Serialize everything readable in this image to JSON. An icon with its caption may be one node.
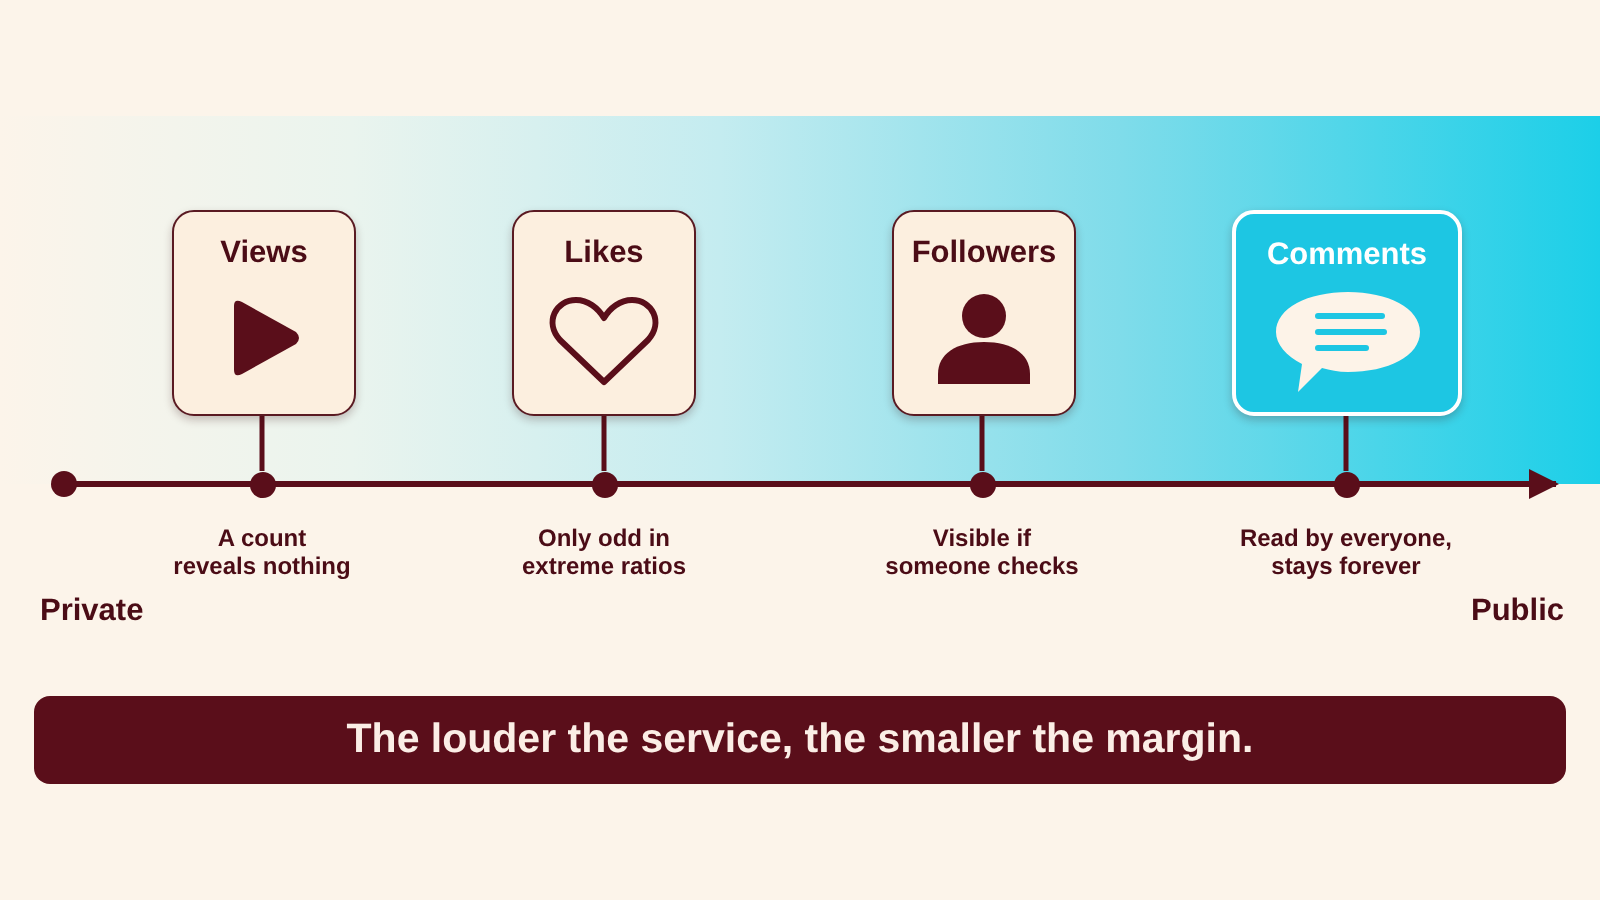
{
  "diagram": {
    "nodes": [
      {
        "text": [
          "Views"
        ]
      },
      {
        "text": [
          "Likes"
        ]
      },
      {
        "text": [
          "Followers"
        ]
      },
      {
        "text": [
          "Comments"
        ]
      },
      {
        "text": [],
        "shape": "circle",
        "beside": [
          "A count reveals nothing"
        ]
      },
      {
        "text": [],
        "shape": "circle",
        "beside": [
          "Only odd in extreme ratios"
        ]
      },
      {
        "text": [],
        "shape": "circle",
        "beside": [
          "Visible if someone checks"
        ]
      },
      {
        "text": [],
        "shape": "circle",
        "beside": [
          "Read by everyone, stays forever"
        ]
      },
      {
        "text": [
          "The louder the service, the smaller the margin."
        ]
      }
    ],
    "edges": [
      {
        "from": 0,
        "to": 4,
        "arrow": "none"
      },
      {
        "from": 1,
        "to": 5,
        "arrow": "none"
      },
      {
        "from": 2,
        "to": 6,
        "arrow": "none"
      },
      {
        "from": 3,
        "to": 7,
        "arrow": "none"
      }
    ],
    "labels": [
      "Private",
      "Public"
    ]
  }
}
